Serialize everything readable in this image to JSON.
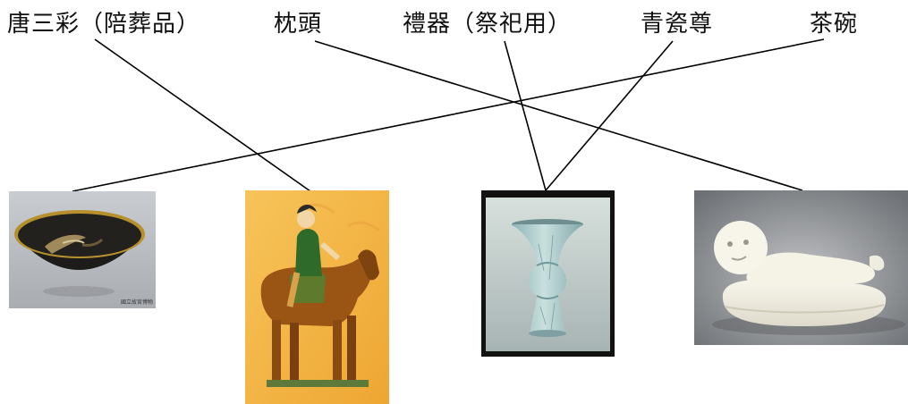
{
  "labels": {
    "tang_sancai": "唐三彩（陪葬品）",
    "pillow": "枕頭",
    "ritual_vessel": "禮器（祭祀用）",
    "celadon_zun": "青瓷尊",
    "tea_bowl": "茶碗"
  },
  "images": {
    "tea_bowl_stamp": "國立故宮博物"
  },
  "connections": [
    {
      "label": "唐三彩（陪葬品）",
      "image": "horse-rider"
    },
    {
      "label": "枕頭",
      "image": "child-pillow"
    },
    {
      "label": "禮器（祭祀用）",
      "image": "celadon-vase"
    },
    {
      "label": "青瓷尊",
      "image": "celadon-vase"
    },
    {
      "label": "茶碗",
      "image": "tea-bowl"
    }
  ]
}
